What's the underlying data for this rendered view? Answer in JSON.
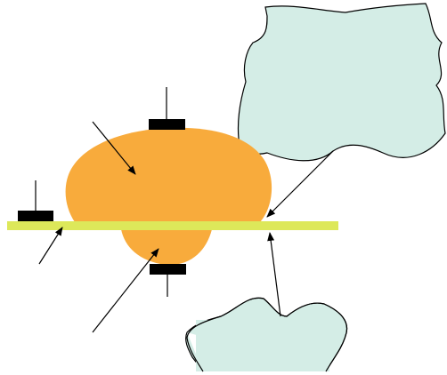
{
  "diagram": {
    "type": "schematic",
    "colors": {
      "background": "#ffffff",
      "blob": "#f8ab3c",
      "plate": "#dde85a",
      "callout": "#d4ede6",
      "stroke": "#000000",
      "marker": "#000000"
    },
    "elements": [
      {
        "id": "large-lobe",
        "kind": "shape",
        "fill": "blob"
      },
      {
        "id": "small-lobe",
        "kind": "shape",
        "fill": "blob"
      },
      {
        "id": "horizontal-plate",
        "kind": "bar",
        "fill": "plate"
      },
      {
        "id": "top-marker",
        "kind": "electrode"
      },
      {
        "id": "left-marker",
        "kind": "electrode"
      },
      {
        "id": "bottom-marker",
        "kind": "electrode"
      },
      {
        "id": "upper-callout",
        "kind": "callout-bubble",
        "fill": "callout"
      },
      {
        "id": "lower-callout",
        "kind": "callout-bubble",
        "fill": "callout"
      }
    ],
    "arrows": [
      {
        "id": "arrow-to-large-lobe"
      },
      {
        "id": "arrow-to-plate-left"
      },
      {
        "id": "arrow-to-small-lobe"
      },
      {
        "id": "arrow-upper-callout-to-edge"
      },
      {
        "id": "arrow-lower-callout-to-plate"
      }
    ]
  }
}
